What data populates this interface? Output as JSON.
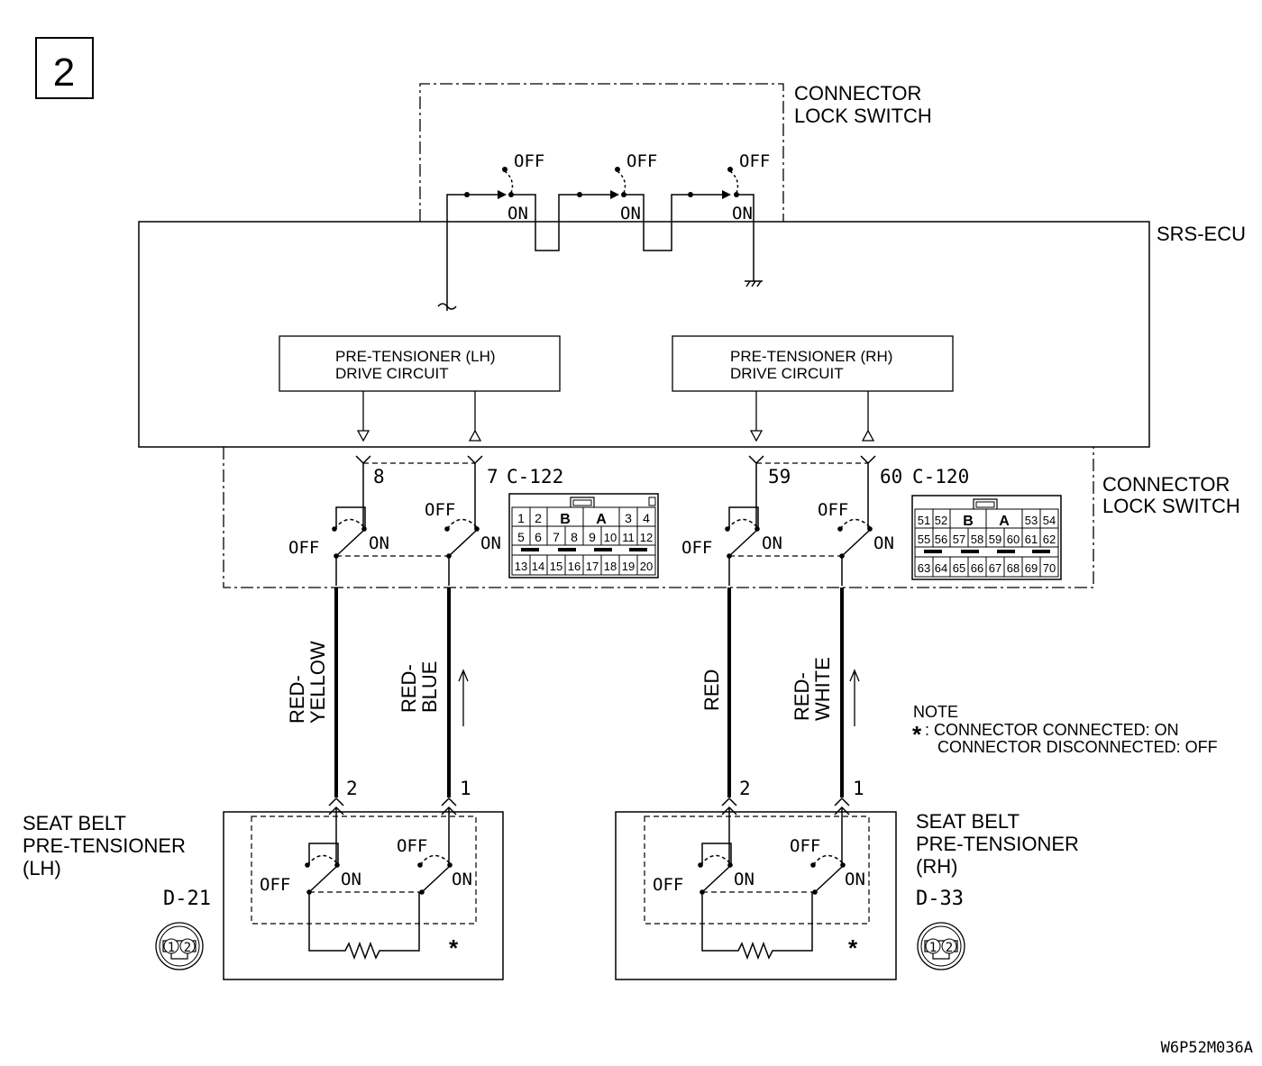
{
  "page_number": "2",
  "top_switch": {
    "title_line1": "CONNECTOR",
    "title_line2": "LOCK SWITCH",
    "off": "OFF",
    "on": "ON"
  },
  "ecu": {
    "label": "SRS-ECU"
  },
  "drive_lh": {
    "line1": "PRE-TENSIONER (LH)",
    "line2": "DRIVE CIRCUIT"
  },
  "drive_rh": {
    "line1": "PRE-TENSIONER (RH)",
    "line2": "DRIVE CIRCUIT"
  },
  "lock_switch": {
    "line1": "CONNECTOR",
    "line2": "LOCK SWITCH",
    "off": "OFF",
    "on": "ON"
  },
  "c122": {
    "pin_left": "8",
    "pin_right": "7",
    "name": "C-122",
    "cells_row1": [
      "1",
      "2",
      "B",
      "A",
      "3",
      "4"
    ],
    "cells_row2": [
      "5",
      "6",
      "7",
      "8",
      "9",
      "10",
      "11",
      "12"
    ],
    "cells_row3": [
      "13",
      "14",
      "15",
      "16",
      "17",
      "18",
      "19",
      "20"
    ]
  },
  "c120": {
    "pin_left": "59",
    "pin_right": "60",
    "name": "C-120",
    "cells_row1": [
      "51",
      "52",
      "B",
      "A",
      "53",
      "54"
    ],
    "cells_row2": [
      "55",
      "56",
      "57",
      "58",
      "59",
      "60",
      "61",
      "62"
    ],
    "cells_row3": [
      "63",
      "64",
      "65",
      "66",
      "67",
      "68",
      "69",
      "70"
    ]
  },
  "wires": {
    "w1_line1": "RED-",
    "w1_line2": "YELLOW",
    "w2_line1": "RED-",
    "w2_line2": "BLUE",
    "w3_line1": "RED",
    "w4_line1": "RED-",
    "w4_line2": "WHITE"
  },
  "note": {
    "title": "NOTE",
    "star": "*",
    "line1": ": CONNECTOR CONNECTED: ON",
    "line2": "CONNECTOR DISCONNECTED: OFF"
  },
  "pt_lh": {
    "line1": "SEAT BELT",
    "line2": "PRE-TENSIONER",
    "line3": "(LH)",
    "connector": "D-21",
    "pin2": "2",
    "pin1": "1",
    "star": "*",
    "off": "OFF",
    "on": "ON",
    "icon_pin1": "1",
    "icon_pin2": "2"
  },
  "pt_rh": {
    "line1": "SEAT BELT",
    "line2": "PRE-TENSIONER",
    "line3": "(RH)",
    "connector": "D-33",
    "pin2": "2",
    "pin1": "1",
    "star": "*",
    "off": "OFF",
    "on": "ON",
    "icon_pin1": "1",
    "icon_pin2": "2"
  },
  "figure_code": "W6P52M036A"
}
